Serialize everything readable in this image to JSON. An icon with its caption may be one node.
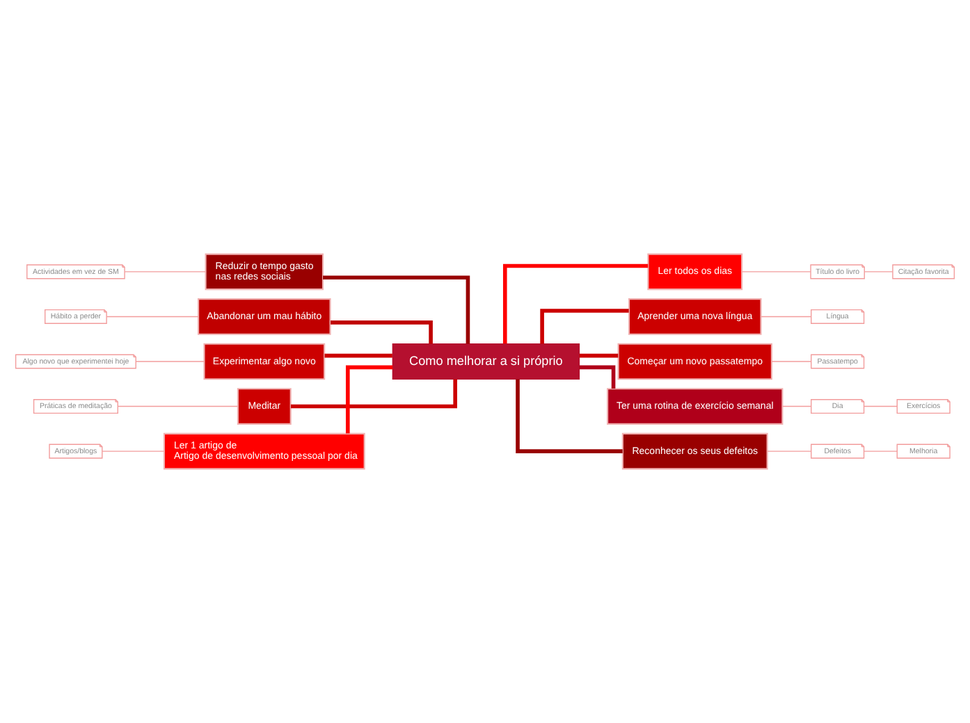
{
  "diagram": {
    "nodes": [
      {
        "text": [
          "Como melhorar a si próprio"
        ]
      },
      {
        "text": [
          "Reduzir o tempo gasto nas redes sociais"
        ]
      },
      {
        "text": [
          "Actividades em vez de SM"
        ]
      },
      {
        "text": [
          "Abandonar um mau hábito"
        ]
      },
      {
        "text": [
          "Hábito a perder"
        ]
      },
      {
        "text": [
          "Experimentar algo novo"
        ]
      },
      {
        "text": [
          "Algo novo que experimentei hoje"
        ]
      },
      {
        "text": [
          "Meditar"
        ]
      },
      {
        "text": [
          "Práticas de meditação"
        ]
      },
      {
        "text": [
          "Ler 1 artigo de Artigo de desenvolvimento pessoal por dia"
        ]
      },
      {
        "text": [
          "Artigos/blogs"
        ]
      },
      {
        "text": [
          "Ler todos os dias"
        ]
      },
      {
        "text": [
          "Título do livro"
        ]
      },
      {
        "text": [
          "Citação favorita"
        ]
      },
      {
        "text": [
          "Aprender uma nova língua"
        ]
      },
      {
        "text": [
          "Língua"
        ]
      },
      {
        "text": [
          "Começar um novo passatempo"
        ]
      },
      {
        "text": [
          "Passatempo"
        ]
      },
      {
        "text": [
          "Ter uma rotina de exercício semanal"
        ]
      },
      {
        "text": [
          "Dia"
        ]
      },
      {
        "text": [
          "Exercícios"
        ]
      },
      {
        "text": [
          "Reconhecer os seus defeitos"
        ]
      },
      {
        "text": [
          "Defeitos"
        ]
      },
      {
        "text": [
          "Melhoria"
        ]
      }
    ],
    "edges": [
      {
        "from": 2,
        "to": 1,
        "arrow": "none"
      },
      {
        "from": 1,
        "to": 0,
        "arrow": "none",
        "style": "thick",
        "color": "#990000"
      },
      {
        "from": 4,
        "to": 3,
        "arrow": "none"
      },
      {
        "from": 3,
        "to": 0,
        "arrow": "none",
        "style": "thick",
        "color": "#c00000"
      },
      {
        "from": 6,
        "to": 5,
        "arrow": "none"
      },
      {
        "from": 5,
        "to": 0,
        "arrow": "none",
        "style": "thick",
        "color": "#cc0000"
      },
      {
        "from": 8,
        "to": 7,
        "arrow": "none"
      },
      {
        "from": 7,
        "to": 0,
        "arrow": "none",
        "style": "thick",
        "color": "#cc0000"
      },
      {
        "from": 10,
        "to": 9,
        "arrow": "none"
      },
      {
        "from": 9,
        "to": 0,
        "arrow": "none",
        "style": "thick",
        "color": "#ff0000"
      },
      {
        "from": 0,
        "to": 11,
        "arrow": "none",
        "style": "thick",
        "color": "#ff0000"
      },
      {
        "from": 11,
        "to": 12,
        "arrow": "none"
      },
      {
        "from": 12,
        "to": 13,
        "arrow": "none"
      },
      {
        "from": 0,
        "to": 14,
        "arrow": "none",
        "style": "thick",
        "color": "#cc0000"
      },
      {
        "from": 14,
        "to": 15,
        "arrow": "none"
      },
      {
        "from": 0,
        "to": 16,
        "arrow": "none",
        "style": "thick",
        "color": "#cc0000"
      },
      {
        "from": 16,
        "to": 17,
        "arrow": "none"
      },
      {
        "from": 0,
        "to": 18,
        "arrow": "none",
        "style": "thick",
        "color": "#b0001a"
      },
      {
        "from": 18,
        "to": 19,
        "arrow": "none"
      },
      {
        "from": 19,
        "to": 20,
        "arrow": "none"
      },
      {
        "from": 0,
        "to": 21,
        "arrow": "none",
        "style": "thick",
        "color": "#990000"
      },
      {
        "from": 21,
        "to": 22,
        "arrow": "none"
      },
      {
        "from": 22,
        "to": 23,
        "arrow": "none"
      }
    ]
  }
}
